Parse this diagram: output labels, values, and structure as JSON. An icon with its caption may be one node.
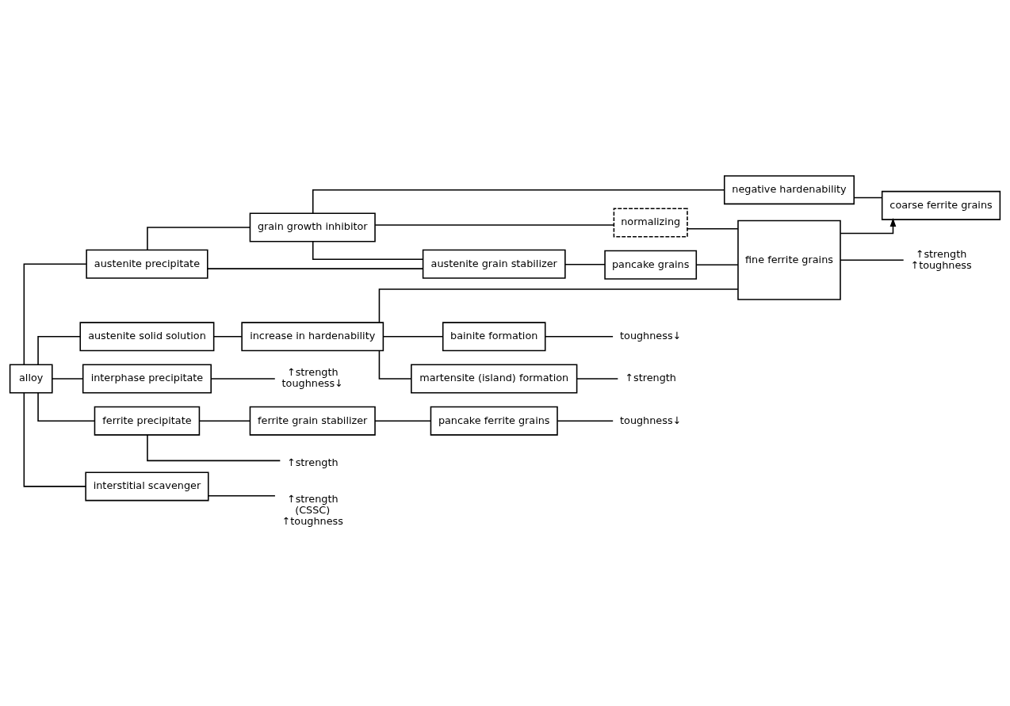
{
  "diagram": {
    "nodes": [
      {
        "text": [
          "alloy"
        ]
      },
      {
        "text": [
          "austenite precipitate"
        ]
      },
      {
        "text": [
          "grain growth inhibitor"
        ]
      },
      {
        "text": [
          "negative hardenability"
        ]
      },
      {
        "text": [
          "coarse ferrite grains"
        ]
      },
      {
        "text": [
          "normalizing"
        ]
      },
      {
        "text": [
          "austenite grain stabilizer"
        ]
      },
      {
        "text": [
          "pancake grains"
        ]
      },
      {
        "text": [
          "fine ferrite grains"
        ]
      },
      {
        "text": [
          "↑strength",
          "↑toughness"
        ]
      },
      {
        "text": [
          "austenite solid solution"
        ]
      },
      {
        "text": [
          "increase in hardenability"
        ]
      },
      {
        "text": [
          "bainite formation"
        ]
      },
      {
        "text": [
          "toughness↓"
        ]
      },
      {
        "text": [
          "martensite (island) formation"
        ]
      },
      {
        "text": [
          "↑strength"
        ]
      },
      {
        "text": [
          "interphase precipitate"
        ]
      },
      {
        "text": [
          "↑strength",
          "toughness↓"
        ]
      },
      {
        "text": [
          "ferrite precipitate"
        ]
      },
      {
        "text": [
          "ferrite grain stabilizer"
        ]
      },
      {
        "text": [
          "pancake ferrite grains"
        ]
      },
      {
        "text": [
          "toughness↓"
        ]
      },
      {
        "text": [
          "↑strength"
        ]
      },
      {
        "text": [
          "interstitial scavenger"
        ]
      },
      {
        "text": [
          "↑strength",
          "(CSSC)",
          "↑toughness"
        ]
      }
    ],
    "edges": [
      {
        "from": 0,
        "to": 1,
        "arrow": "none"
      },
      {
        "from": 0,
        "to": 10,
        "arrow": "none"
      },
      {
        "from": 0,
        "to": 16,
        "arrow": "none"
      },
      {
        "from": 0,
        "to": 18,
        "arrow": "none"
      },
      {
        "from": 0,
        "to": 23,
        "arrow": "none"
      },
      {
        "from": 1,
        "to": 2,
        "arrow": "none"
      },
      {
        "from": 1,
        "to": 6,
        "arrow": "none"
      },
      {
        "from": 2,
        "to": 3,
        "arrow": "none"
      },
      {
        "from": 2,
        "to": 5,
        "arrow": "none"
      },
      {
        "from": 2,
        "to": 6,
        "arrow": "none"
      },
      {
        "from": 3,
        "to": 4,
        "arrow": "none"
      },
      {
        "from": 8,
        "to": 4,
        "arrow": "to"
      },
      {
        "from": 5,
        "to": 8,
        "arrow": "none"
      },
      {
        "from": 6,
        "to": 7,
        "arrow": "none"
      },
      {
        "from": 7,
        "to": 8,
        "arrow": "none"
      },
      {
        "from": 8,
        "to": 9,
        "arrow": "none"
      },
      {
        "from": 10,
        "to": 11,
        "arrow": "none"
      },
      {
        "from": 11,
        "to": 8,
        "arrow": "none"
      },
      {
        "from": 11,
        "to": 12,
        "arrow": "none"
      },
      {
        "from": 11,
        "to": 14,
        "arrow": "none"
      },
      {
        "from": 12,
        "to": 13,
        "arrow": "none"
      },
      {
        "from": 14,
        "to": 15,
        "arrow": "none"
      },
      {
        "from": 16,
        "to": 17,
        "arrow": "none"
      },
      {
        "from": 18,
        "to": 19,
        "arrow": "none"
      },
      {
        "from": 18,
        "to": 22,
        "arrow": "none"
      },
      {
        "from": 19,
        "to": 20,
        "arrow": "none"
      },
      {
        "from": 20,
        "to": 21,
        "arrow": "none"
      },
      {
        "from": 23,
        "to": 24,
        "arrow": "none"
      }
    ]
  }
}
